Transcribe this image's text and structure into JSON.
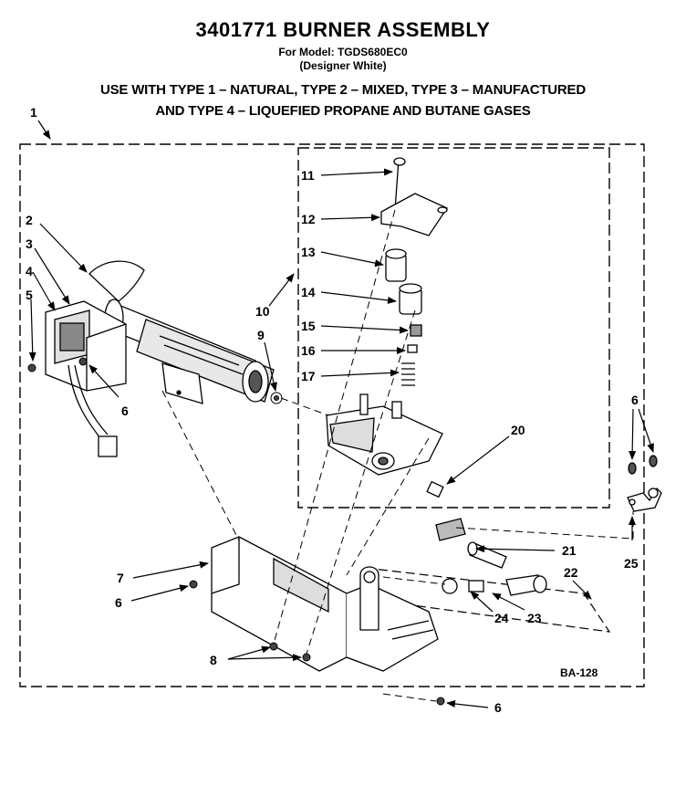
{
  "header": {
    "title": "3401771 BURNER ASSEMBLY",
    "model_line": "For Model: TGDS680EC0",
    "finish_line": "(Designer White)",
    "usage_line_1": "USE WITH TYPE 1 – NATURAL, TYPE 2 – MIXED, TYPE 3 – MANUFACTURED",
    "usage_line_2": "AND TYPE 4 – LIQUEFIED PROPANE AND BUTANE GASES"
  },
  "diagram": {
    "code": "BA-128",
    "callouts": {
      "c1": "1",
      "c2": "2",
      "c3": "3",
      "c4": "4",
      "c5": "5",
      "c6a": "6",
      "c6b": "6",
      "c6c": "6",
      "c6d": "6",
      "c7": "7",
      "c8": "8",
      "c9": "9",
      "c10": "10",
      "c11": "11",
      "c12": "12",
      "c13": "13",
      "c14": "14",
      "c15": "15",
      "c16": "16",
      "c17": "17",
      "c20": "20",
      "c21": "21",
      "c22": "22",
      "c23": "23",
      "c24": "24",
      "c25": "25"
    }
  }
}
